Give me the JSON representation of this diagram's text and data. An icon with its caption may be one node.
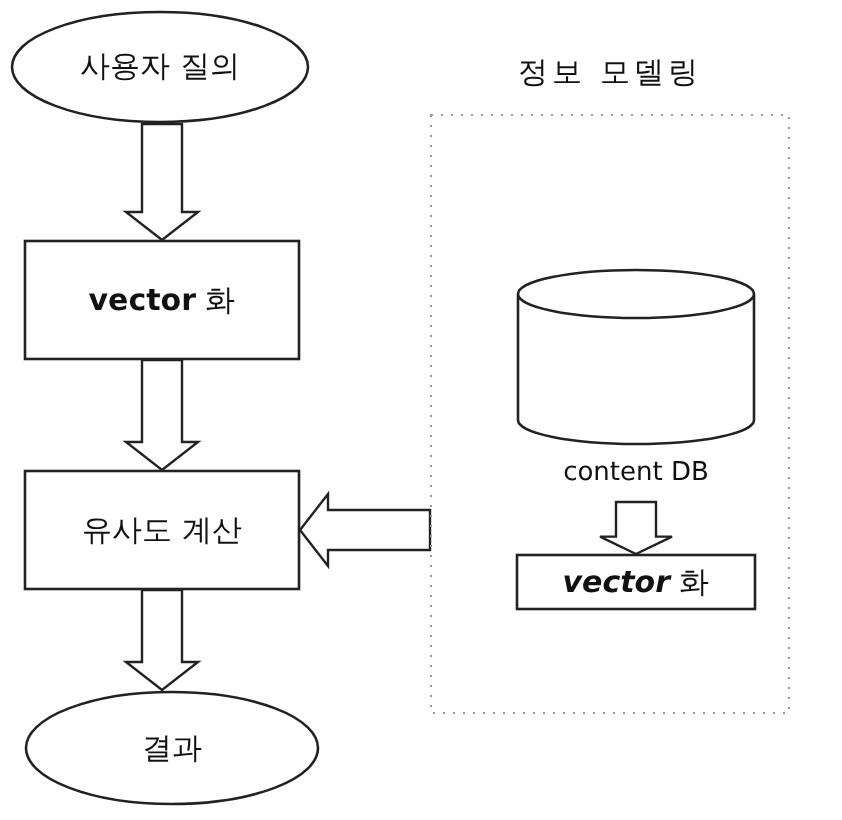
{
  "diagram": {
    "nodes": [
      {
        "text": [
          "사용자 질의"
        ]
      },
      {
        "text": [
          "**vector** 화"
        ]
      },
      {
        "text": [
          "유사도 계산"
        ]
      },
      {
        "text": [
          "결과"
        ]
      },
      {
        "text": [
          "정보 모델링"
        ]
      },
      {
        "text": [
          "content DB"
        ],
        "in": 4
      },
      {
        "text": [
          "**vector** 화"
        ],
        "in": 4
      }
    ],
    "edges": [
      {
        "from": 0,
        "to": 1,
        "arrow": "to"
      },
      {
        "from": 1,
        "to": 2,
        "arrow": "to"
      },
      {
        "from": 2,
        "to": 3,
        "arrow": "to"
      },
      {
        "from": 4,
        "to": 2,
        "arrow": "to"
      },
      {
        "from": 5,
        "to": 6,
        "arrow": "to"
      }
    ]
  }
}
